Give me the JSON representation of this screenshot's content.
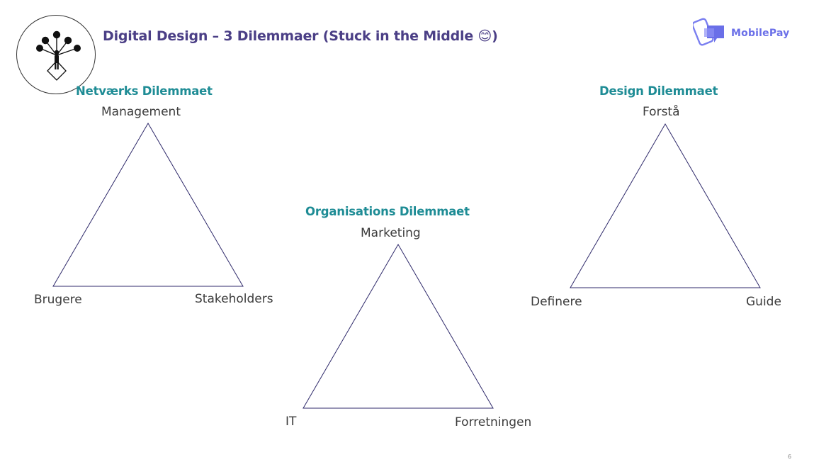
{
  "slide": {
    "title": "Digital Design – 3 Dilemmaer (Stuck in the Middle 😊)",
    "page_number": "6"
  },
  "brand": {
    "name": "MobilePay",
    "accent": "#5a60e6",
    "icon": "mobilepay-logo-icon"
  },
  "logo": {
    "icon": "person-network-icon"
  },
  "colors": {
    "title": "#4b3f86",
    "heading": "#1e8c95",
    "label": "#3c3c3c",
    "triangle_stroke": "#2f2a6b"
  },
  "dilemmas": {
    "network": {
      "heading": "Netværks Dilemmaet",
      "top": "Management",
      "left": "Brugere",
      "right": "Stakeholders"
    },
    "organisation": {
      "heading": "Organisations Dilemmaet",
      "top": "Marketing",
      "left": "IT",
      "right": "Forretningen"
    },
    "design": {
      "heading": "Design Dilemmaet",
      "top": "Forstå",
      "left": "Definere",
      "right": "Guide"
    }
  }
}
